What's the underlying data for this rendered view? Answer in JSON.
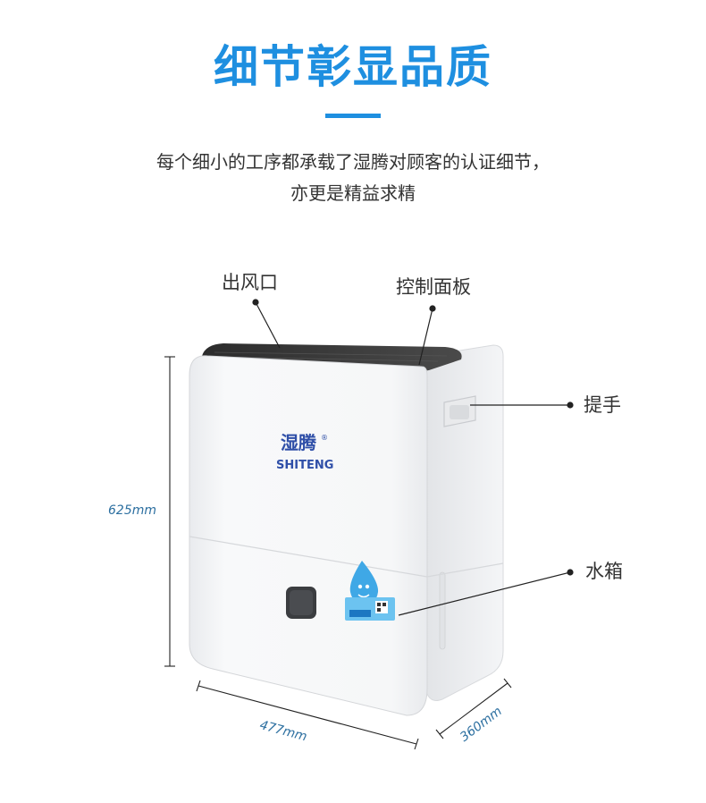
{
  "header": {
    "title": "细节彰显品质",
    "subtitle_line1": "每个细小的工序都承载了湿腾对顾客的认证细节，",
    "subtitle_line2": "亦更是精益求精"
  },
  "callouts": {
    "air_outlet": "出风口",
    "control_panel": "控制面板",
    "handle": "提手",
    "water_tank": "水箱"
  },
  "dimensions": {
    "height": "625mm",
    "width": "477mm",
    "depth": "360mm"
  },
  "product": {
    "brand_cn": "湿腾",
    "brand_en": "SHITENG",
    "registered": "®"
  },
  "colors": {
    "accent": "#1e8fe0",
    "device_body": "#f3f4f6",
    "top_grille": "#3a3a3a"
  }
}
